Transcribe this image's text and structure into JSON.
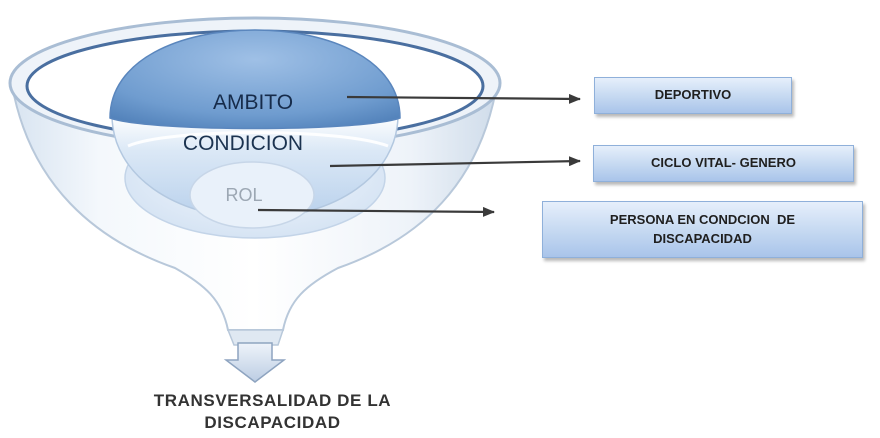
{
  "funnel": {
    "layers": [
      {
        "label": "AMBITO",
        "target": "DEPORTIVO"
      },
      {
        "label": "CONDICION",
        "target": "CICLO VITAL- GENERO"
      },
      {
        "label": "ROL",
        "target": "PERSONA EN CONDCION  DE DISCAPACIDAD"
      }
    ]
  },
  "boxes": {
    "deportivo": "DEPORTIVO",
    "ciclo": "CICLO VITAL- GENERO",
    "persona_line1": "PERSONA EN CONDCION  DE",
    "persona_line2": "DISCAPACIDAD"
  },
  "caption": {
    "line1": "TRANSVERSALIDAD DE LA",
    "line2": "DISCAPACIDAD"
  },
  "colors": {
    "ambito_fill": "#6f9ccf",
    "condicion_fill": "#c7dcf2",
    "rol_fill": "#e9f1fa",
    "arrow": "#3a3a3a",
    "box_border": "#8fb0da"
  }
}
